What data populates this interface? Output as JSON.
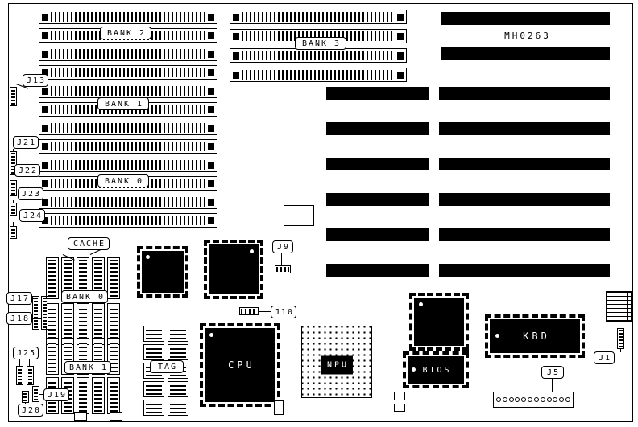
{
  "board": {
    "part_number": "MH0263"
  },
  "memory": {
    "bank0": "BANK 0",
    "bank1": "BANK 1",
    "bank2": "BANK 2",
    "bank3": "BANK 3",
    "left_socket_count": 12,
    "right_socket_count": 4
  },
  "slots": {
    "isa_full_count": 2,
    "isa_paired_count": 6
  },
  "cache": {
    "label": "CACHE",
    "bank0": "BANK 0",
    "bank1": "BANK 1",
    "tag": "TAG"
  },
  "chips": {
    "cpu": "CPU",
    "npu": "NPU",
    "bios": "BIOS",
    "kbd": "KBD"
  },
  "connectors": {
    "j5_pin_count": 12
  },
  "jumpers": {
    "j13": "J13",
    "j21": "J21",
    "j22": "J22",
    "j23": "J23",
    "j24": "J24",
    "j17": "J17",
    "j18": "J18",
    "j25": "J25",
    "j19": "J19",
    "j20": "J20",
    "j9": "J9",
    "j10": "J10",
    "j5": "J5",
    "j1": "J1"
  }
}
